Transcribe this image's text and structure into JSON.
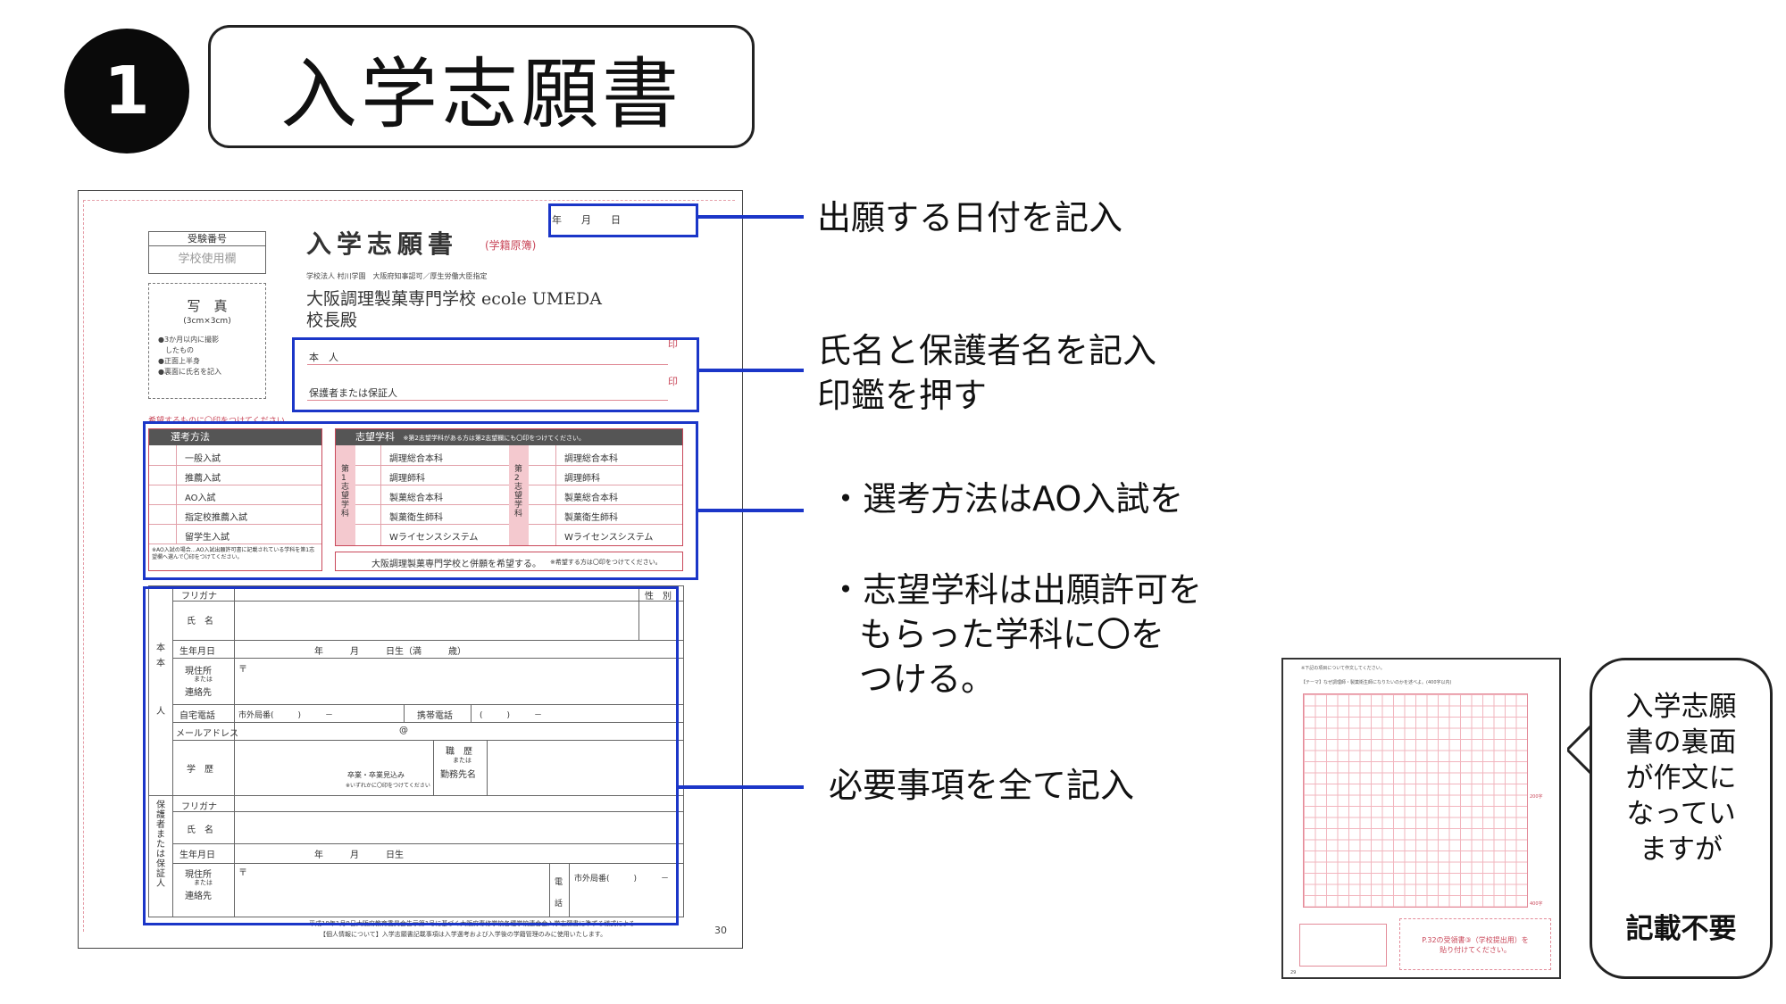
{
  "header": {
    "number": "1",
    "title": "入学志願書"
  },
  "form": {
    "exam_number_label": "受験番号",
    "exam_number_value": "学校使用欄",
    "photo_title": "写　真",
    "photo_size": "(3cm×3cm)",
    "photo_notes": [
      "●3か月以内に撮影",
      "したもの",
      "●正面上半身",
      "●裏面に氏名を記入"
    ],
    "title": "入学志願書",
    "title_sub": "(学籍原簿)",
    "date_placeholder": "年　　月　　日",
    "school_caption": "学校法人 村川学園　大阪府知事認可／厚生労働大臣指定",
    "school_name": "大阪調理製菓専門学校 ecole UMEDA",
    "principal": "校長殿",
    "self_label": "本　人",
    "guardian_label": "保護者または保証人",
    "seal": "印",
    "select_note": "希望するものに〇印をつけてください。",
    "method_header": "選考方法",
    "methods": [
      "一般入試",
      "推薦入試",
      "AO入試",
      "指定校推薦入試",
      "留学生入試"
    ],
    "method_note": "※AO入試の場合…AO入試出願許可書に記載されている学科を第1志望欄へ選んで〇印をつけてください。",
    "dept_header": "志望学科",
    "dept_header_note": "※第2志望学科がある方は第2志望欄にも〇印をつけてください。",
    "first_choice": "第1志望学科",
    "second_choice": "第2志望学科",
    "depts": [
      "調理総合本科",
      "調理師科",
      "製菓総合本科",
      "製菓衛生師科",
      "Wライセンスシステム"
    ],
    "concurrent": "大阪調理製菓専門学校と併願を希望する。",
    "concurrent_note": "※希望する方は〇印をつけてください。",
    "self_side": "本　人",
    "guardian_side": "保護者または保証人",
    "furigana": "フリガナ",
    "name": "氏　名",
    "gender": "性　別",
    "birthdate": "生年月日",
    "birth_fields": "年　　　月　　　日生（満　　　歳）",
    "address": "現住所",
    "address_or": "または",
    "contact_address": "連絡先",
    "postal": "〒",
    "home_phone": "自宅電話",
    "area_code": "市外局番(　　　)　　　－",
    "mobile": "携帯電話",
    "mobile_fields": "(　　　)　　　－",
    "email": "メールアドレス",
    "at": "@",
    "education": "学　歴",
    "graduation": "卒業・卒業見込み",
    "graduation_note": "※いずれかに〇印をつけてください",
    "career": "職　歴",
    "career_or": "または",
    "workplace": "勤務先名",
    "guardian_birth_fields": "年　　　月　　　日生",
    "phone_vertical": "電話",
    "footer_line": "平成19年1月9日大阪府教育委員会告示第1号に基づく大阪府専修学校各種学校連合会入学志願書に準ずる様式による",
    "privacy": "【個人情報について】入学志願書記載事項は入学選考および入学後の学籍管理のみに使用いたします。",
    "page": "30"
  },
  "annotations": {
    "date": "出願する日付を記入",
    "name_line1": "氏名と保護者名を記入",
    "name_line2": "印鑑を押す",
    "method": "・選考方法はAO入試を",
    "dept_line1": "・志望学科は出願許可を",
    "dept_line2": "もらった学科に〇を",
    "dept_line3": "つける。",
    "fill_all": "必要事項を全て記入"
  },
  "reverse": {
    "top_note": "※下記の項目について作文してください。",
    "theme": "【テーマ】なぜ調理師・製菓衛生師になりたいのかを述べよ。(400字以内)",
    "count_200": "200字",
    "count_400": "400字",
    "receipt_line1": "P.32の受領書③（学校提出用）を",
    "receipt_line2": "貼り付けてください。",
    "page": "29"
  },
  "bubble": {
    "lines": [
      "入学志願",
      "書の裏面",
      "が作文に",
      "なってい",
      "ますが"
    ],
    "bold": "記載不要"
  },
  "colors": {
    "accent_blue": "#1b36c8",
    "form_red": "#c9485a",
    "dark": "#0a0a0a"
  }
}
